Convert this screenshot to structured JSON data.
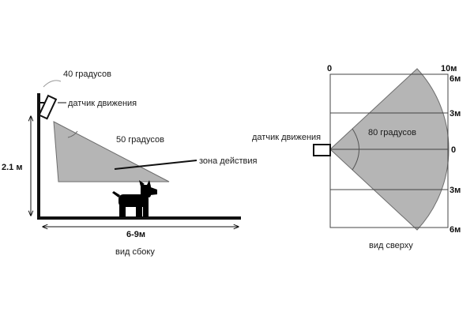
{
  "colors": {
    "zone_fill": "#b5b5b5",
    "zone_stroke": "#6d6d6d",
    "ink": "#111111",
    "dog": "#000000"
  },
  "side": {
    "angle_40": "40 градусов",
    "sensor": "датчик движения",
    "angle_50": "50 градусов",
    "zone": "зона действия",
    "height": "2.1 м",
    "distance": "6-9м",
    "caption": "вид сбоку",
    "dog_icon": "dog-icon"
  },
  "top": {
    "x_start": "0",
    "x_end": "10м",
    "sensor": "датчик движения",
    "angle_80": "80 градусов",
    "scale": [
      "6м",
      "3м",
      "0",
      "3м",
      "6м"
    ],
    "caption": "вид сверху"
  }
}
